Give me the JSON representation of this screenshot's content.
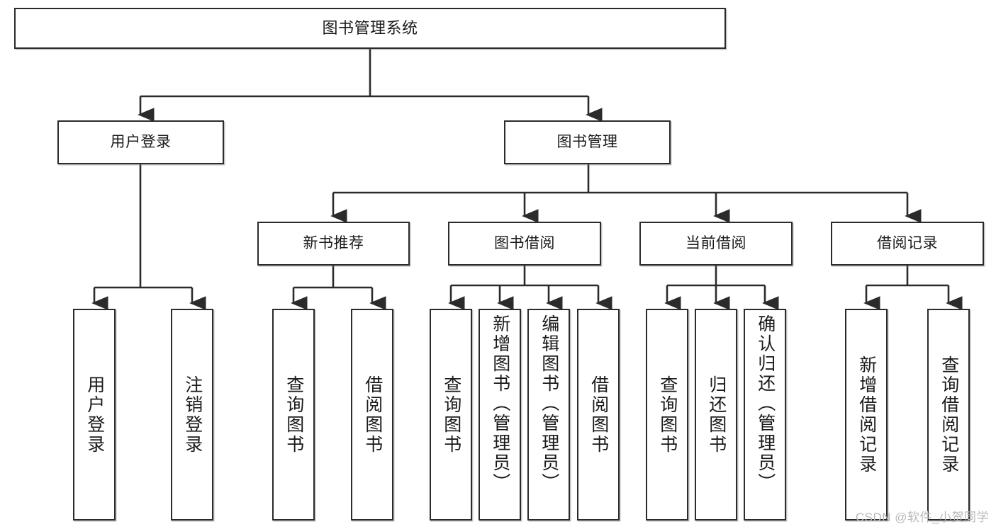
{
  "diagram": {
    "title": "图书管理系统",
    "type": "tree",
    "watermark": "CSDN @软件_小贺同学",
    "colors": {
      "box_border": "#2b2b2b",
      "box_fill": "#ffffff",
      "line": "#2b2b2b",
      "text": "#1a1a1a",
      "watermark": "#b9b9b9"
    },
    "nodes": {
      "root": {
        "label": "图书管理系统"
      },
      "level2": [
        {
          "id": "user-login",
          "label": "用户登录"
        },
        {
          "id": "book-manage",
          "label": "图书管理"
        }
      ],
      "level3": [
        {
          "id": "new-book-rec",
          "label": "新书推荐"
        },
        {
          "id": "book-borrow",
          "label": "图书借阅"
        },
        {
          "id": "current-borrow",
          "label": "当前借阅"
        },
        {
          "id": "borrow-record",
          "label": "借阅记录"
        }
      ],
      "leaves": {
        "user-login": [
          {
            "id": "leaf-user-login",
            "label": "用户登录"
          },
          {
            "id": "leaf-user-logout",
            "label": "注销登录"
          }
        ],
        "new-book-rec": [
          {
            "id": "leaf-query-book-1",
            "label": "查询图书"
          },
          {
            "id": "leaf-borrow-book-1",
            "label": "借阅图书"
          }
        ],
        "book-borrow": [
          {
            "id": "leaf-query-book-2",
            "label": "查询图书"
          },
          {
            "id": "leaf-add-book",
            "label": "新增图书（管理员）"
          },
          {
            "id": "leaf-edit-book",
            "label": "编辑图书（管理员）"
          },
          {
            "id": "leaf-borrow-book-2",
            "label": "借阅图书"
          }
        ],
        "current-borrow": [
          {
            "id": "leaf-query-book-3",
            "label": "查询图书"
          },
          {
            "id": "leaf-return-book",
            "label": "归还图书"
          },
          {
            "id": "leaf-confirm-return",
            "label": "确认归还（管理员）"
          }
        ],
        "borrow-record": [
          {
            "id": "leaf-add-record",
            "label": "新增借阅记录"
          },
          {
            "id": "leaf-query-record",
            "label": "查询借阅记录"
          }
        ]
      }
    }
  }
}
